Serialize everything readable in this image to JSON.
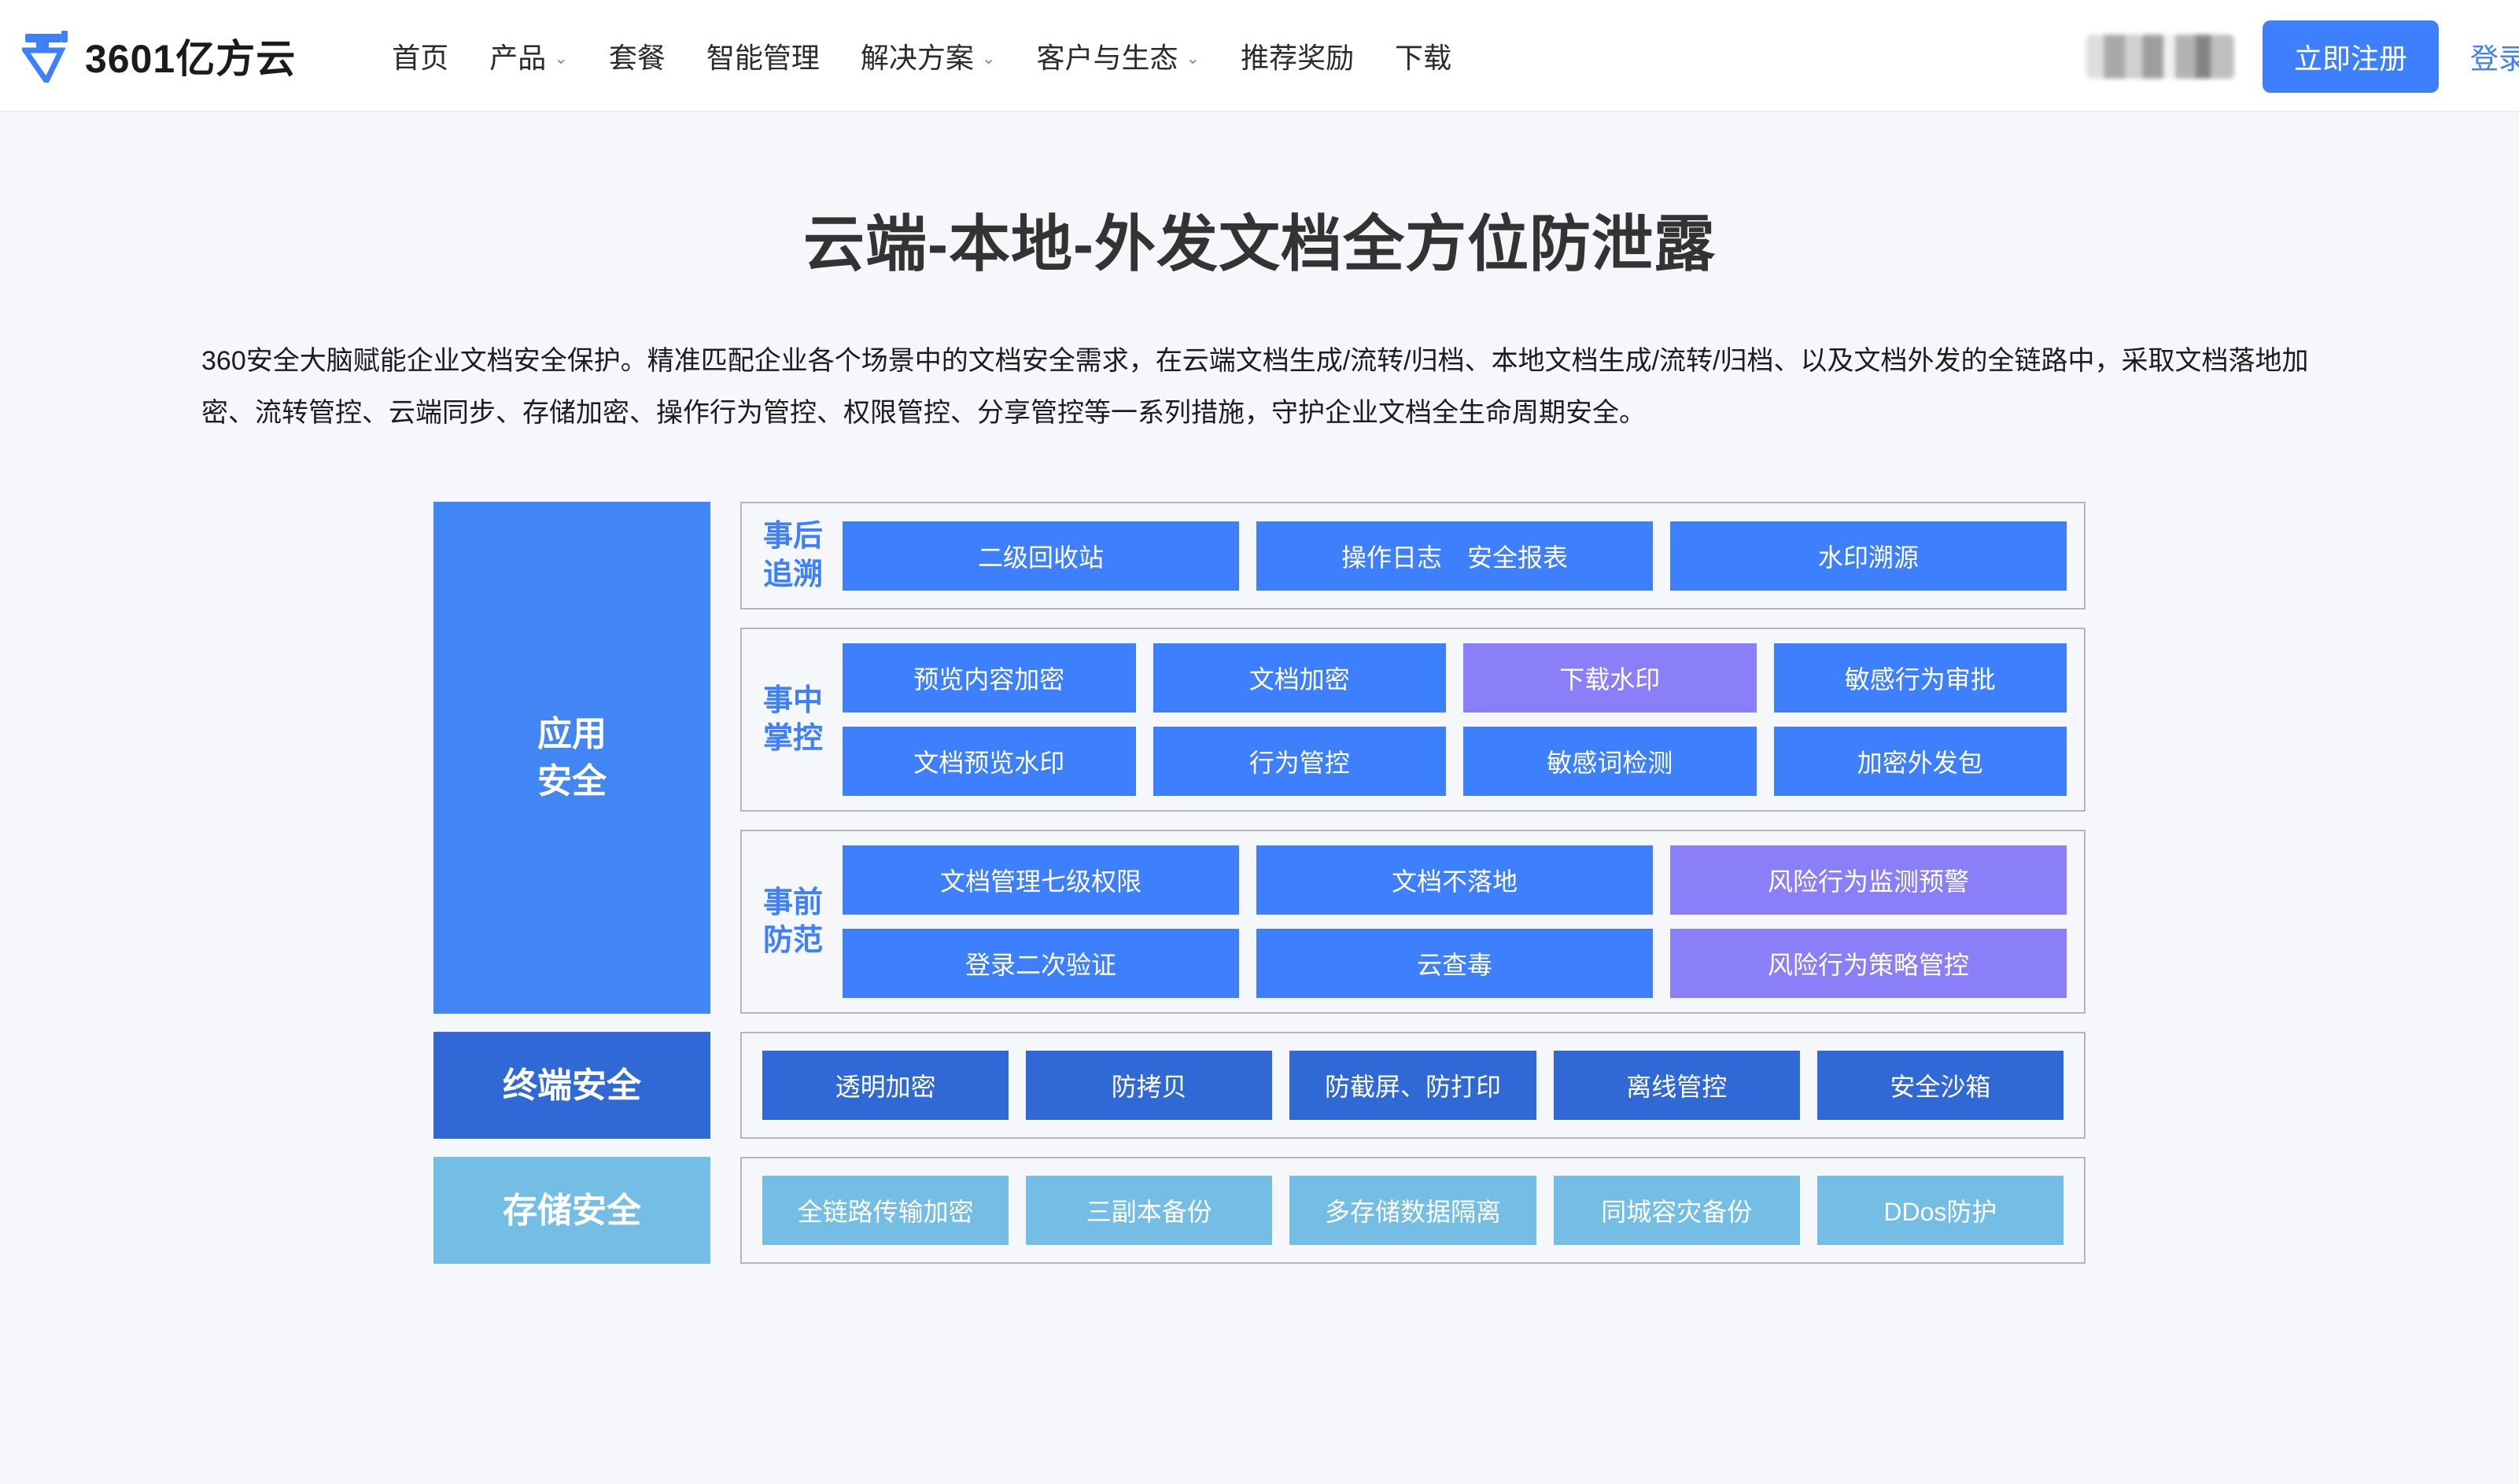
{
  "header": {
    "brand_name": "3601亿方云",
    "logo_icon": "yifangyun-logo-icon",
    "nav": [
      {
        "label": "首页",
        "caret": false
      },
      {
        "label": "产品",
        "caret": true
      },
      {
        "label": "套餐",
        "caret": false
      },
      {
        "label": "智能管理",
        "caret": false
      },
      {
        "label": "解决方案",
        "caret": true
      },
      {
        "label": "客户与生态",
        "caret": true
      },
      {
        "label": "推荐奖励",
        "caret": false
      },
      {
        "label": "下载",
        "caret": false
      }
    ],
    "caret_glyph": "⌄",
    "register_label": "立即注册",
    "login_label": "登录"
  },
  "hero": {
    "title": "云端-本地-外发文档全方位防泄露",
    "description": "360安全大脑赋能企业文档安全保护。精准匹配企业各个场景中的文档安全需求，在云端文档生成/流转/归档、本地文档生成/流转/归档、以及文档外发的全链路中，采取文档落地加密、流转管控、云端同步、存储加密、操作行为管控、权限管控、分享管控等一系列措施，守护企业文档全生命周期安全。"
  },
  "colors": {
    "brand_blue": "#3d7ffc",
    "app_band": "#4285f4",
    "terminal_band": "#3068d6",
    "storage_band": "#74bde4",
    "purple_tile": "#8a7ff8",
    "page_bg": "#f5f7fa",
    "group_border": "#b5b5b5"
  },
  "diagram": {
    "bands": [
      {
        "label": "应用\n安全",
        "label_line1": "应用",
        "label_line2": "安全",
        "groups": [
          {
            "label_line1": "事后",
            "label_line2": "追溯",
            "rows": [
              [
                {
                  "text": "二级回收站",
                  "color": "blue"
                },
                {
                  "text": "操作日志　安全报表",
                  "color": "blue"
                },
                {
                  "text": "水印溯源",
                  "color": "blue"
                }
              ]
            ]
          },
          {
            "label_line1": "事中",
            "label_line2": "掌控",
            "rows": [
              [
                {
                  "text": "预览内容加密",
                  "color": "blue"
                },
                {
                  "text": "文档加密",
                  "color": "blue"
                },
                {
                  "text": "下载水印",
                  "color": "purple"
                },
                {
                  "text": "敏感行为审批",
                  "color": "blue"
                }
              ],
              [
                {
                  "text": "文档预览水印",
                  "color": "blue"
                },
                {
                  "text": "行为管控",
                  "color": "blue"
                },
                {
                  "text": "敏感词检测",
                  "color": "blue"
                },
                {
                  "text": "加密外发包",
                  "color": "blue"
                }
              ]
            ]
          },
          {
            "label_line1": "事前",
            "label_line2": "防范",
            "rows": [
              [
                {
                  "text": "文档管理七级权限",
                  "color": "blue"
                },
                {
                  "text": "文档不落地",
                  "color": "blue"
                },
                {
                  "text": "风险行为监测预警",
                  "color": "purple"
                }
              ],
              [
                {
                  "text": "登录二次验证",
                  "color": "blue"
                },
                {
                  "text": "云查毒",
                  "color": "blue"
                },
                {
                  "text": "风险行为策略管控",
                  "color": "purple"
                }
              ]
            ]
          }
        ]
      },
      {
        "label_line1": "终端安全",
        "label_line2": "",
        "groups": [
          {
            "label_line1": "",
            "label_line2": "",
            "rows": [
              [
                {
                  "text": "透明加密",
                  "color": "deep"
                },
                {
                  "text": "防拷贝",
                  "color": "deep"
                },
                {
                  "text": "防截屏、防打印",
                  "color": "deep"
                },
                {
                  "text": "离线管控",
                  "color": "deep"
                },
                {
                  "text": "安全沙箱",
                  "color": "deep"
                }
              ]
            ]
          }
        ]
      },
      {
        "label_line1": "存储安全",
        "label_line2": "",
        "groups": [
          {
            "label_line1": "",
            "label_line2": "",
            "rows": [
              [
                {
                  "text": "全链路传输加密",
                  "color": "light"
                },
                {
                  "text": "三副本备份",
                  "color": "light"
                },
                {
                  "text": "多存储数据隔离",
                  "color": "light"
                },
                {
                  "text": "同城容灾备份",
                  "color": "light"
                },
                {
                  "text": "DDos防护",
                  "color": "light"
                }
              ]
            ]
          }
        ]
      }
    ]
  }
}
